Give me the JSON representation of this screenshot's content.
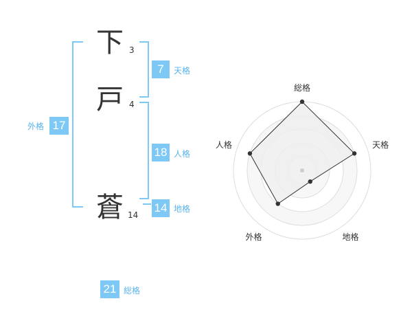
{
  "name": {
    "chars": [
      {
        "char": "下",
        "strokes": "3"
      },
      {
        "char": "戸",
        "strokes": "4"
      },
      {
        "char": "蒼",
        "strokes": "14"
      }
    ]
  },
  "fortune": {
    "tenkaku": {
      "label": "天格",
      "value": "7"
    },
    "jinkaku": {
      "label": "人格",
      "value": "18"
    },
    "chikaku": {
      "label": "地格",
      "value": "14"
    },
    "gaikaku": {
      "label": "外格",
      "value": "17"
    },
    "soukaku": {
      "label": "総格",
      "value": "21"
    }
  },
  "colors": {
    "accent": "#7ec8f5",
    "label": "#59b4e8",
    "text": "#333333"
  },
  "chart_data": {
    "type": "radar",
    "axes": [
      "総格",
      "天格",
      "地格",
      "外格",
      "人格"
    ],
    "values": [
      5,
      4,
      1,
      3,
      4
    ],
    "rmax": 5,
    "rings": 5
  }
}
